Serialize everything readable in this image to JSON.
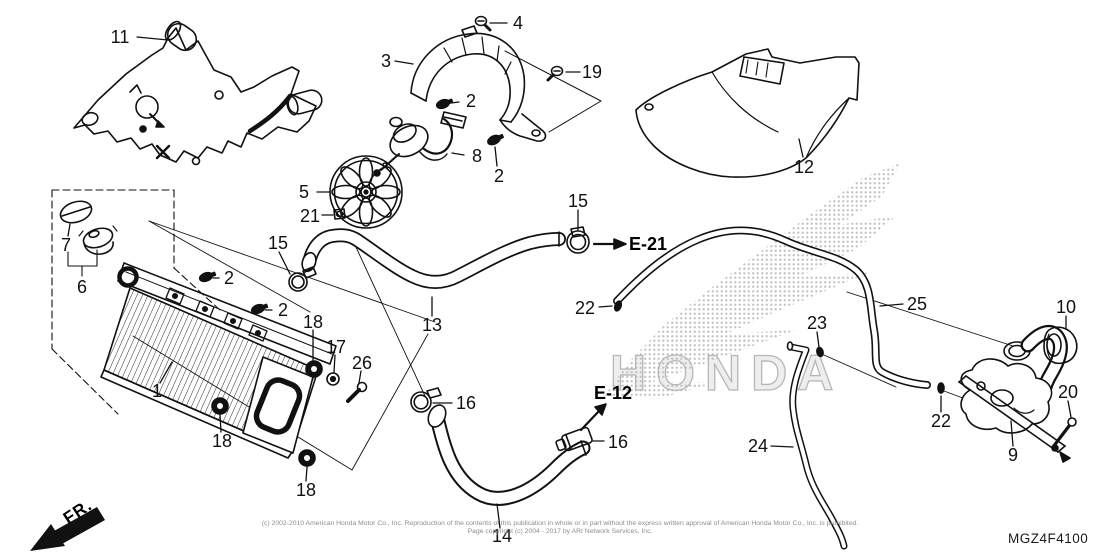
{
  "diagram": {
    "drawing_code": "MGZ4F4100",
    "front_label": "FR.",
    "watermark_text": "HONDA",
    "copyright_line1": "(c) 2002-2010 American Honda Motor Co., Inc. Reproduction of the contents of this publication in whole or in part without the express written approval of American Honda Motor Co., Inc. is prohibited.",
    "copyright_line2": "Page copyright (c) 2004 - 2017 by ARI Network Services, Inc.",
    "ref_callouts": [
      {
        "label": "E-21"
      },
      {
        "label": "E-12"
      }
    ],
    "part_labels": [
      {
        "n": "11"
      },
      {
        "n": "3"
      },
      {
        "n": "4"
      },
      {
        "n": "19"
      },
      {
        "n": "2"
      },
      {
        "n": "8"
      },
      {
        "n": "2"
      },
      {
        "n": "12"
      },
      {
        "n": "5"
      },
      {
        "n": "21"
      },
      {
        "n": "15"
      },
      {
        "n": "7"
      },
      {
        "n": "6"
      },
      {
        "n": "2"
      },
      {
        "n": "2"
      },
      {
        "n": "18"
      },
      {
        "n": "17"
      },
      {
        "n": "26"
      },
      {
        "n": "1"
      },
      {
        "n": "18"
      },
      {
        "n": "18"
      },
      {
        "n": "13"
      },
      {
        "n": "15"
      },
      {
        "n": "22"
      },
      {
        "n": "25"
      },
      {
        "n": "23"
      },
      {
        "n": "10"
      },
      {
        "n": "20"
      },
      {
        "n": "22"
      },
      {
        "n": "9"
      },
      {
        "n": "24"
      },
      {
        "n": "16"
      },
      {
        "n": "16"
      },
      {
        "n": "14"
      }
    ]
  }
}
